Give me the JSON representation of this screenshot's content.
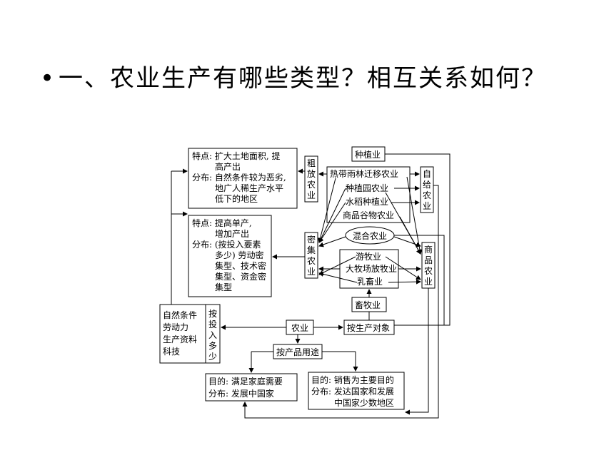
{
  "title": {
    "bullet": "•",
    "text": "一、农业生产有哪些类型？相互关系如何？"
  },
  "diagram": {
    "box_extensive_desc": [
      "特点: 扩大土地面积, 提",
      "高产出",
      "分布: 自然条件较为恶劣,",
      "地广人稀生产水平",
      "低下的地区"
    ],
    "box_intensive_desc": [
      "特点: 提高单产,",
      "增加产出",
      "分布: (按投入要素",
      "多少) 劳动密",
      "集型、技术密",
      "集型、资金密",
      "集型"
    ],
    "cultivation": "种植业",
    "extensive": [
      "粗",
      "放",
      "农",
      "业"
    ],
    "intensive": [
      "密",
      "集",
      "农",
      "业"
    ],
    "subsistence": [
      "自",
      "给",
      "农",
      "业"
    ],
    "commercial": [
      "商",
      "品",
      "农",
      "业"
    ],
    "crop_types": [
      "热带雨林迁移农业",
      "种植园农业",
      "水稻种植业",
      "商品谷物农业"
    ],
    "mixed": "混合农业",
    "livestock_types": [
      "游牧业",
      "大牧场放牧业",
      "乳畜业"
    ],
    "animal_husbandry": "畜牧业",
    "factors": [
      "自然条件",
      "劳动力",
      "生产资料",
      "科技"
    ],
    "by_input": [
      "按",
      "投",
      "入",
      "多",
      "少"
    ],
    "agriculture": "农业",
    "by_object": "按生产对象",
    "by_use": "按产品用途",
    "subsistence_desc": [
      "目的: 满足家庭需要",
      "分布: 发展中国家"
    ],
    "commercial_desc": [
      "目的: 销售为主要目的",
      "分布: 发达国家和发展",
      "中国家少数地区"
    ]
  }
}
